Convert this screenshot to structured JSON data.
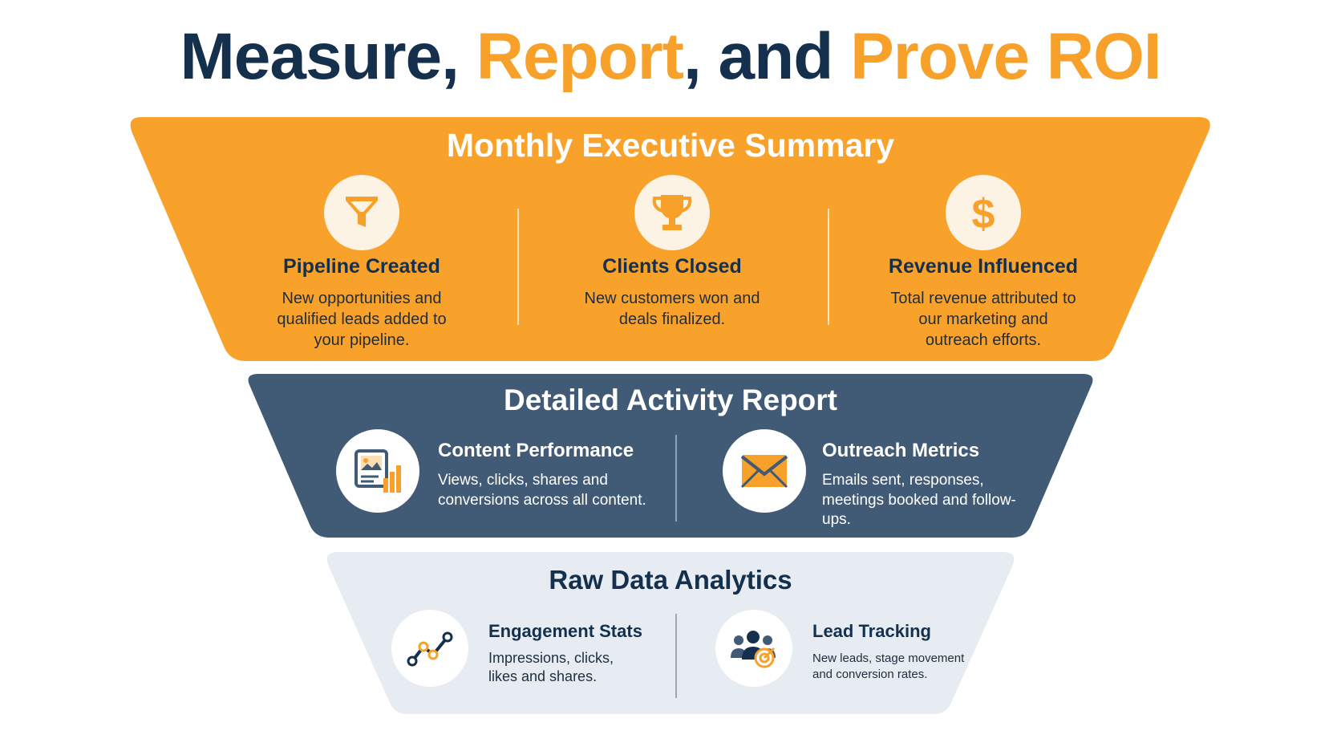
{
  "title": {
    "part1": "Measure, ",
    "part2": "Report",
    "part3": ", and ",
    "part4": "Prove ROI"
  },
  "colors": {
    "navy": "#14304d",
    "orange": "#f7a02a",
    "slate": "#415a75",
    "light": "#e6ecf2"
  },
  "tiers": {
    "summary": {
      "title": "Monthly Executive Summary",
      "items": [
        {
          "icon": "funnel-icon",
          "title": "Pipeline Created",
          "desc": "New opportunities and qualified leads added to your pipeline."
        },
        {
          "icon": "trophy-icon",
          "title": "Clients Closed",
          "desc": "New customers won and deals finalized."
        },
        {
          "icon": "dollar-icon",
          "title": "Revenue Influenced",
          "desc": "Total revenue attributed to our marketing and outreach efforts."
        }
      ]
    },
    "activity": {
      "title": "Detailed Activity Report",
      "items": [
        {
          "icon": "content-chart-icon",
          "title": "Content Performance",
          "desc": "Views, clicks, shares and conversions across all content."
        },
        {
          "icon": "envelope-icon",
          "title": "Outreach Metrics",
          "desc": "Emails sent, responses, meetings booked and follow-ups."
        }
      ]
    },
    "raw": {
      "title": "Raw Data Analytics",
      "items": [
        {
          "icon": "trend-line-icon",
          "title": "Engagement Stats",
          "desc": "Impressions, clicks, likes and shares."
        },
        {
          "icon": "people-target-icon",
          "title": "Lead Tracking",
          "desc": "New leads, stage movement and conversion rates."
        }
      ]
    }
  }
}
